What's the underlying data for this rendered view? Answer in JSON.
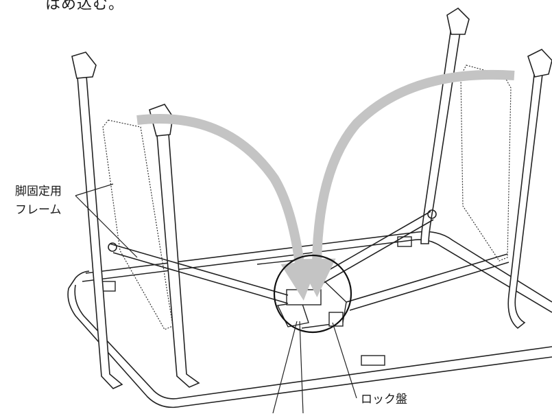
{
  "instruction_fragment": "はめ込む。",
  "callouts": {
    "leg_frame_line1": "脚固定用",
    "leg_frame_line2": "フレーム",
    "lock_plate": "ロック盤"
  }
}
